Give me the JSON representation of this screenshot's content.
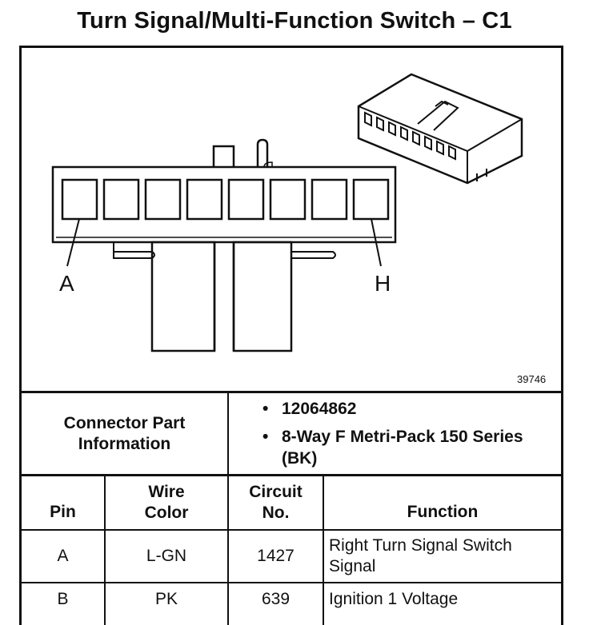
{
  "title": "Turn Signal/Multi-Function Switch – C1",
  "diagram": {
    "pin_label_left": "A",
    "pin_label_right": "H",
    "drawing_number": "39746"
  },
  "connector_info": {
    "label": "Connector Part Information",
    "items": [
      "12064862",
      "8-Way F Metri-Pack 150 Series (BK)"
    ]
  },
  "table": {
    "headers": {
      "pin": "Pin",
      "wire_color": "Wire Color",
      "circuit_no": "Circuit No.",
      "function": "Function"
    },
    "rows": [
      {
        "pin": "A",
        "wire_color": "L-GN",
        "circuit": "1427",
        "function": "Right Turn Signal Switch Signal"
      },
      {
        "pin": "B",
        "wire_color": "PK",
        "circuit": "639",
        "function": "Ignition 1 Voltage"
      }
    ]
  }
}
